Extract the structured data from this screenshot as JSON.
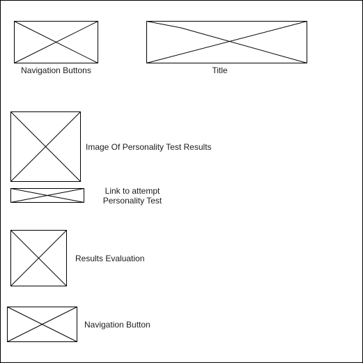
{
  "wireframe": {
    "nav_buttons": {
      "label": "Navigation Buttons"
    },
    "title": {
      "label": "Title"
    },
    "results_image": {
      "label": "Image Of Personality Test Results"
    },
    "test_link": {
      "label_line1": "Link to attempt",
      "label_line2": "Personality Test"
    },
    "results_evaluation": {
      "label": "Results Evaluation"
    },
    "nav_button": {
      "label": "Navigation Button"
    }
  },
  "colors": {
    "stroke": "#000000",
    "background": "#ffffff",
    "text": "#1a1a1a"
  }
}
